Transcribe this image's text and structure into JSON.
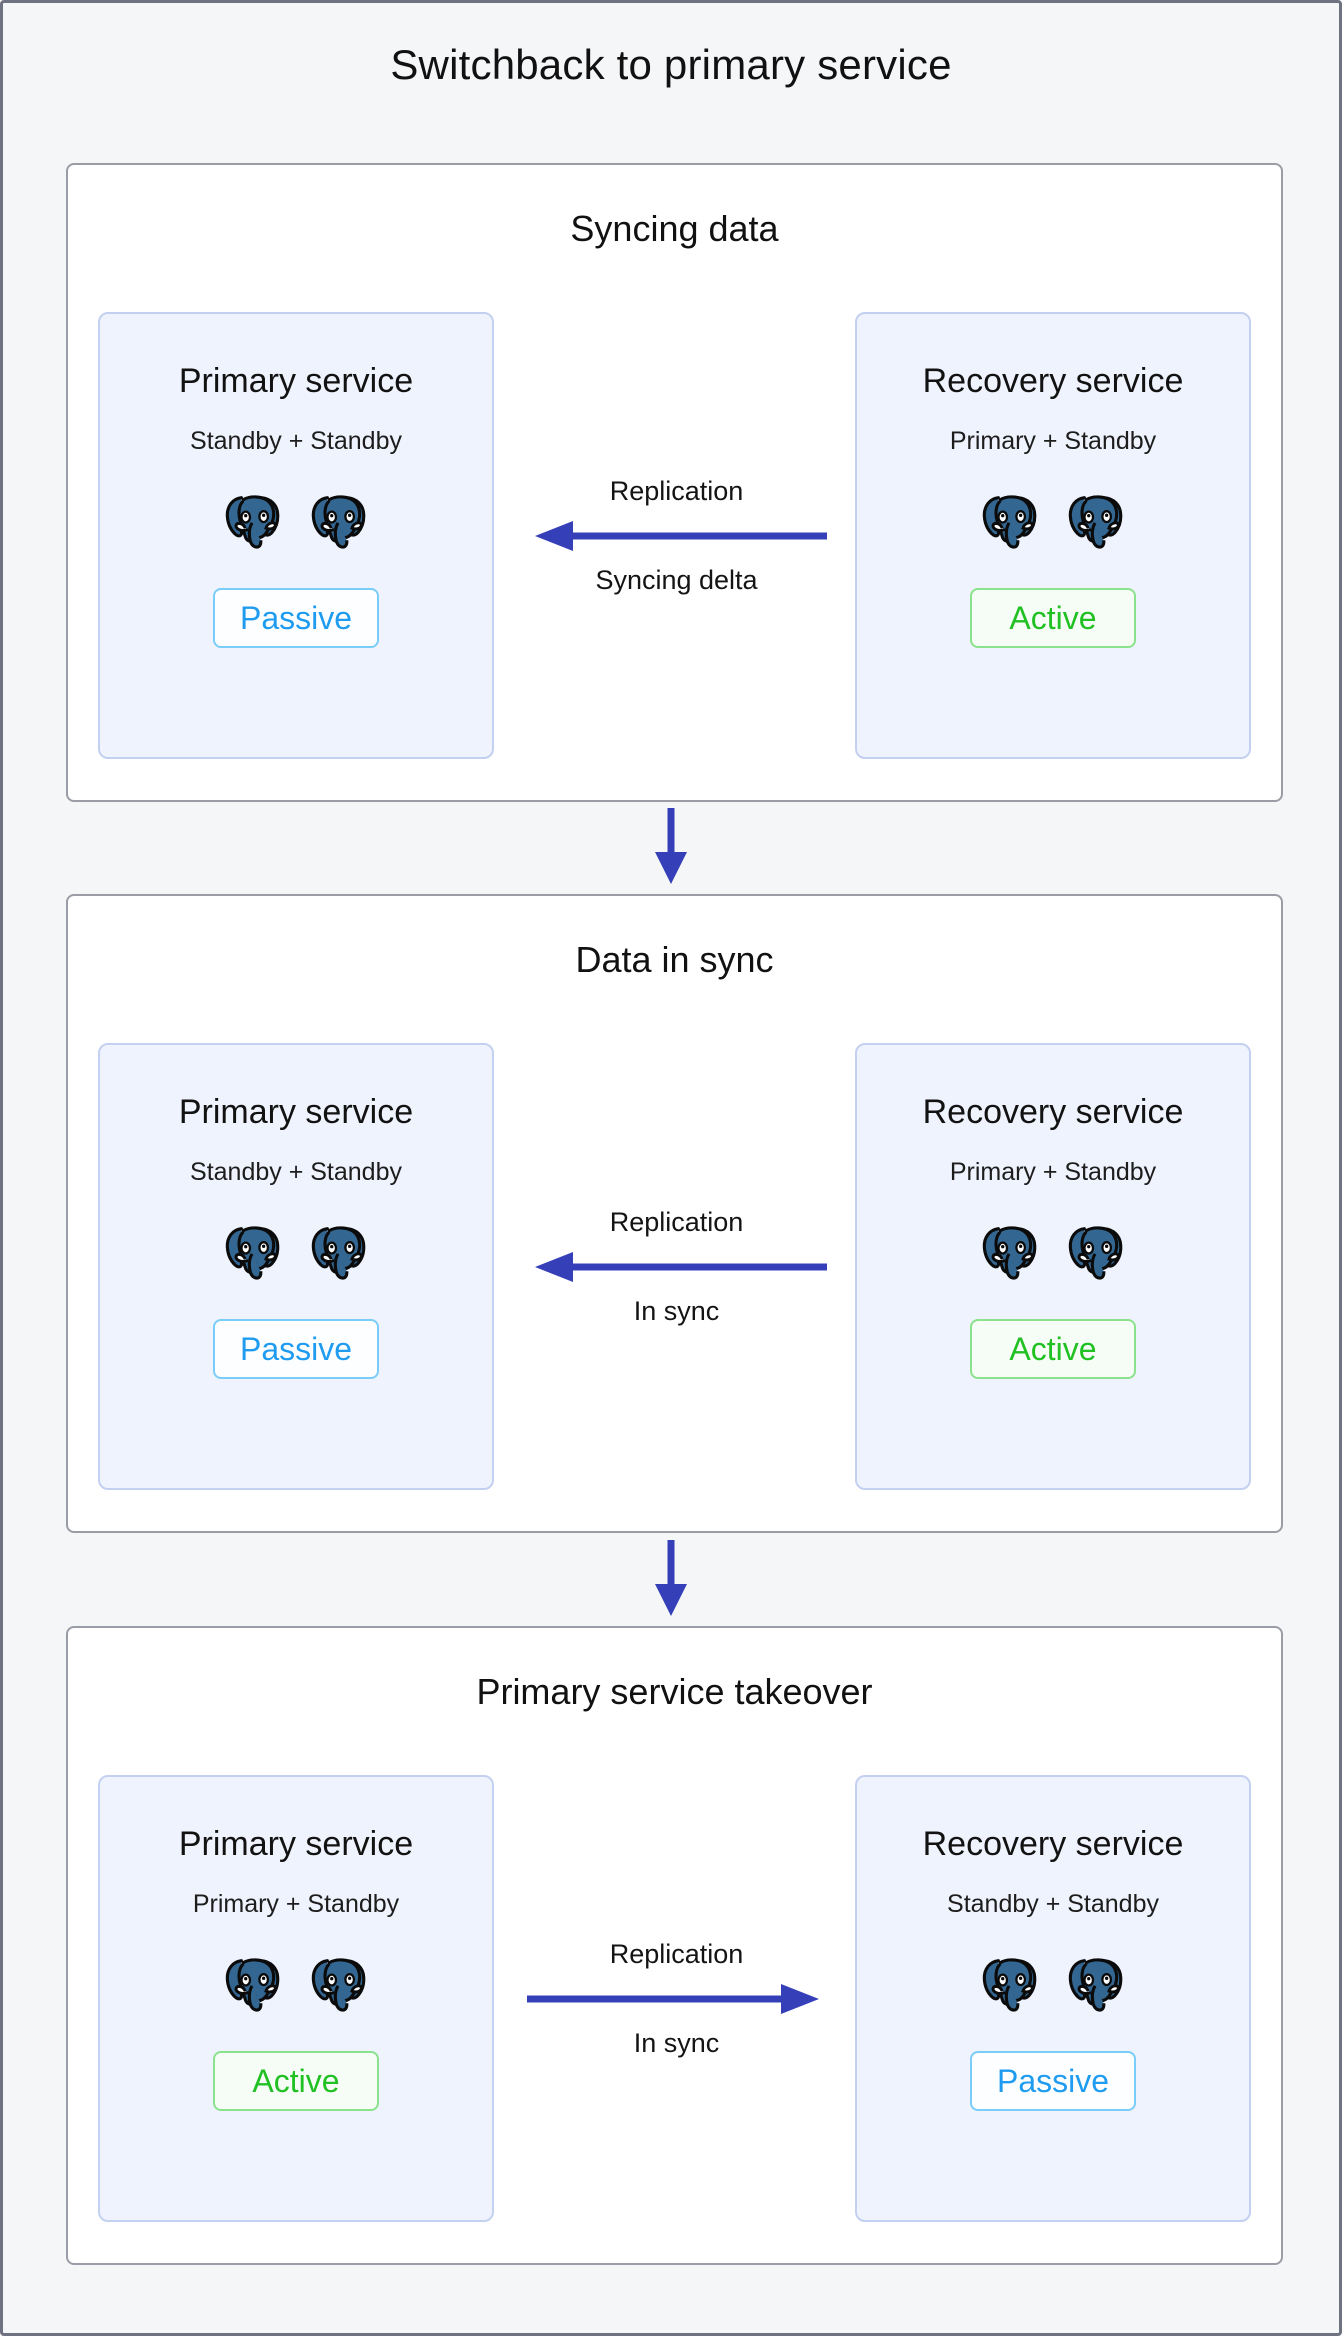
{
  "diagram": {
    "title": "Switchback to primary service",
    "accent_blue": "#3540b8",
    "card_bg": "#eff3fd",
    "card_border": "#c3d0f0",
    "panel_border": "#9a9ca6",
    "page_bg": "#f5f6f8",
    "passive_color": "#1f9cf0",
    "active_color": "#21c023",
    "pg_logo_fill": "#336791"
  },
  "stages": [
    {
      "title": "Syncing data",
      "left": {
        "name": "Primary service",
        "role": "Standby + Standby",
        "nodes": [
          "postgres-elephant-icon",
          "postgres-elephant-icon"
        ],
        "badge": "Passive",
        "badge_state": "passive"
      },
      "right": {
        "name": "Recovery service",
        "role": "Primary + Standby",
        "nodes": [
          "postgres-elephant-icon",
          "postgres-elephant-icon"
        ],
        "badge": "Active",
        "badge_state": "active"
      },
      "link": {
        "label_top": "Replication",
        "label_bottom": "Syncing delta",
        "direction": "left"
      }
    },
    {
      "title": "Data in sync",
      "left": {
        "name": "Primary service",
        "role": "Standby + Standby",
        "nodes": [
          "postgres-elephant-icon",
          "postgres-elephant-icon"
        ],
        "badge": "Passive",
        "badge_state": "passive"
      },
      "right": {
        "name": "Recovery service",
        "role": "Primary + Standby",
        "nodes": [
          "postgres-elephant-icon",
          "postgres-elephant-icon"
        ],
        "badge": "Active",
        "badge_state": "active"
      },
      "link": {
        "label_top": "Replication",
        "label_bottom": "In sync",
        "direction": "left"
      }
    },
    {
      "title": "Primary service takeover",
      "left": {
        "name": "Primary service",
        "role": "Primary + Standby",
        "nodes": [
          "postgres-elephant-icon",
          "postgres-elephant-icon"
        ],
        "badge": "Active",
        "badge_state": "active"
      },
      "right": {
        "name": "Recovery service",
        "role": "Standby + Standby",
        "nodes": [
          "postgres-elephant-icon",
          "postgres-elephant-icon"
        ],
        "badge": "Passive",
        "badge_state": "passive"
      },
      "link": {
        "label_top": "Replication",
        "label_bottom": "In sync",
        "direction": "right"
      }
    }
  ],
  "step_arrows": [
    {
      "name": "down-arrow-icon"
    },
    {
      "name": "down-arrow-icon"
    }
  ]
}
